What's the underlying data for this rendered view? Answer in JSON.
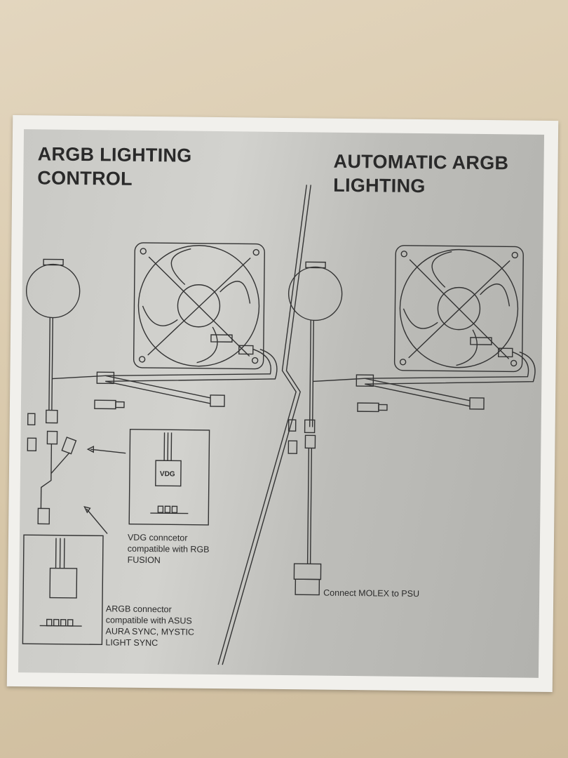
{
  "left_section": {
    "title_line1": "ARGB LIGHTING",
    "title_line2": "CONTROL",
    "vdg_label": "VDG",
    "vdg_caption": [
      "VDG conncetor",
      "compatible with RGB",
      "FUSION"
    ],
    "argb_caption": [
      "ARGB connector",
      "compatible with ASUS",
      "AURA SYNC, MYSTIC",
      "LIGHT SYNC"
    ]
  },
  "right_section": {
    "title_line1": "AUTOMATIC ARGB",
    "title_line2": "LIGHTING",
    "molex_caption": "Connect MOLEX to PSU"
  }
}
